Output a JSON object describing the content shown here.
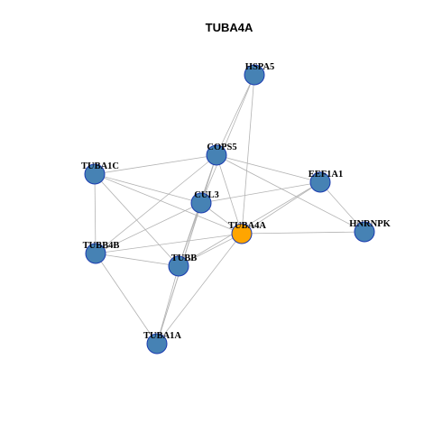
{
  "title": "TUBA4A",
  "colors": {
    "background": "#ffffff",
    "edge": "#b3b3b3",
    "node_fill": "#4682b4",
    "focus_fill": "#ffa500",
    "node_border": "#1a3bb0"
  },
  "nodes": [
    {
      "id": "HSPA5",
      "label": "HSPA5"
    },
    {
      "id": "COPS5",
      "label": "COPS5"
    },
    {
      "id": "TUBA1C",
      "label": "TUBA1C"
    },
    {
      "id": "EEF1A1",
      "label": "EEF1A1"
    },
    {
      "id": "CUL3",
      "label": "CUL3"
    },
    {
      "id": "TUBA4A",
      "label": "TUBA4A",
      "focus": true
    },
    {
      "id": "HNRNPK",
      "label": "HNRNPK"
    },
    {
      "id": "TUBB4B",
      "label": "TUBB4B"
    },
    {
      "id": "TUBB",
      "label": "TUBB"
    },
    {
      "id": "TUBA1A",
      "label": "TUBA1A"
    }
  ],
  "edges": [
    [
      "HSPA5",
      "COPS5"
    ],
    [
      "HSPA5",
      "CUL3"
    ],
    [
      "HSPA5",
      "TUBA4A"
    ],
    [
      "COPS5",
      "TUBA1C"
    ],
    [
      "COPS5",
      "EEF1A1"
    ],
    [
      "COPS5",
      "CUL3"
    ],
    [
      "COPS5",
      "TUBA4A"
    ],
    [
      "COPS5",
      "HNRNPK"
    ],
    [
      "COPS5",
      "TUBB4B"
    ],
    [
      "COPS5",
      "TUBB"
    ],
    [
      "COPS5",
      "TUBA1A"
    ],
    [
      "TUBA1C",
      "CUL3"
    ],
    [
      "TUBA1C",
      "TUBA4A"
    ],
    [
      "TUBA1C",
      "TUBB4B"
    ],
    [
      "TUBA1C",
      "TUBB"
    ],
    [
      "EEF1A1",
      "CUL3"
    ],
    [
      "EEF1A1",
      "TUBA4A"
    ],
    [
      "EEF1A1",
      "HNRNPK"
    ],
    [
      "EEF1A1",
      "TUBB"
    ],
    [
      "CUL3",
      "TUBA4A"
    ],
    [
      "CUL3",
      "TUBB"
    ],
    [
      "CUL3",
      "TUBA1A"
    ],
    [
      "CUL3",
      "TUBB4B"
    ],
    [
      "TUBA4A",
      "HNRNPK"
    ],
    [
      "TUBA4A",
      "TUBB4B"
    ],
    [
      "TUBA4A",
      "TUBB"
    ],
    [
      "TUBA4A",
      "TUBA1A"
    ],
    [
      "TUBB4B",
      "TUBB"
    ],
    [
      "TUBB4B",
      "TUBA1A"
    ],
    [
      "TUBB",
      "TUBA1A"
    ]
  ]
}
